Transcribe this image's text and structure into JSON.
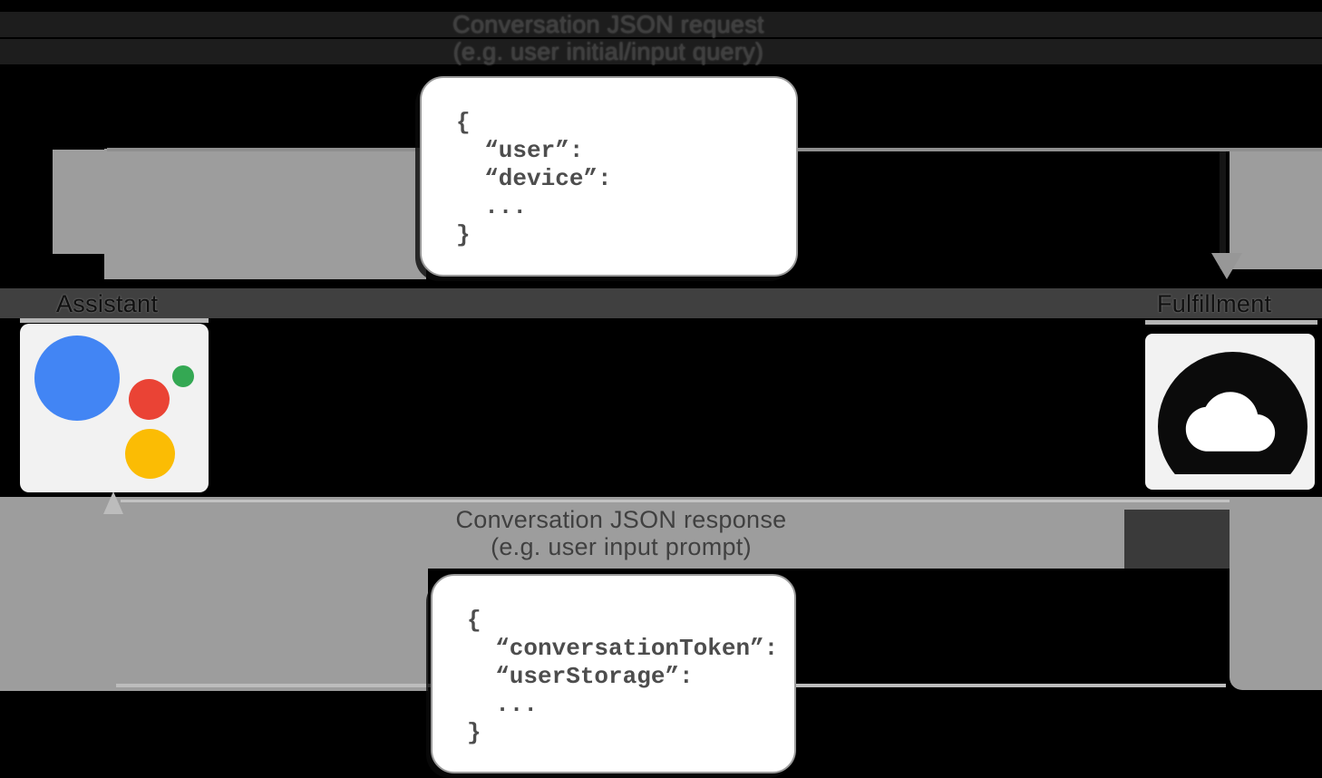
{
  "diagram": {
    "request": {
      "title": "Conversation JSON request",
      "subtitle": "(e.g. user initial/input query)",
      "code": [
        "{",
        "  “user”:",
        "  “device”:",
        "  ...",
        "}"
      ]
    },
    "response": {
      "title": "Conversation JSON response",
      "subtitle": "(e.g. user input prompt)",
      "code": [
        "{",
        "  “conversationToken”:",
        "  “userStorage”:",
        "  ...",
        "}"
      ]
    },
    "actors": {
      "left": {
        "label": "Assistant"
      },
      "right": {
        "label": "Fulfillment"
      }
    },
    "colors": {
      "background": "#000000",
      "arrow_band_gray": "#9d9d9d",
      "arrow_light_line": "#c2c2c2",
      "label_dark": "#3f3f3f",
      "json_box_white": "#ffffff",
      "assistant_blue": "#4285f4",
      "assistant_red": "#ea4335",
      "assistant_green": "#34a853",
      "assistant_yellow": "#fbbc04",
      "cloud_icon_black": "#0b0b0b"
    }
  }
}
